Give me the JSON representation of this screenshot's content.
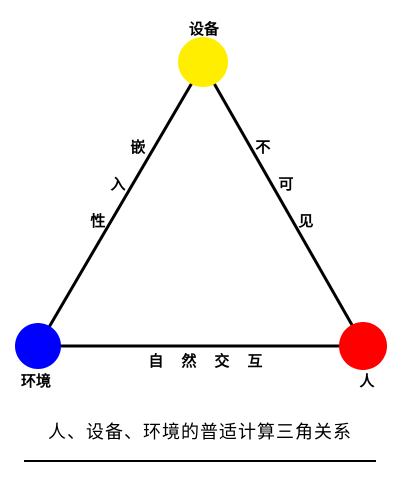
{
  "nodes": {
    "top": {
      "label": "设备",
      "color": "#ffee00"
    },
    "left": {
      "label": "环境",
      "color": "#0000ff"
    },
    "right": {
      "label": "人",
      "color": "#ff0000"
    }
  },
  "edges": {
    "left": {
      "chars": [
        "嵌",
        "入",
        "性"
      ]
    },
    "right": {
      "chars": [
        "不",
        "可",
        "见"
      ]
    },
    "bottom": {
      "chars": [
        "自",
        "然",
        "交",
        "互"
      ]
    }
  },
  "caption": "人、设备、环境的普适计算三角关系"
}
